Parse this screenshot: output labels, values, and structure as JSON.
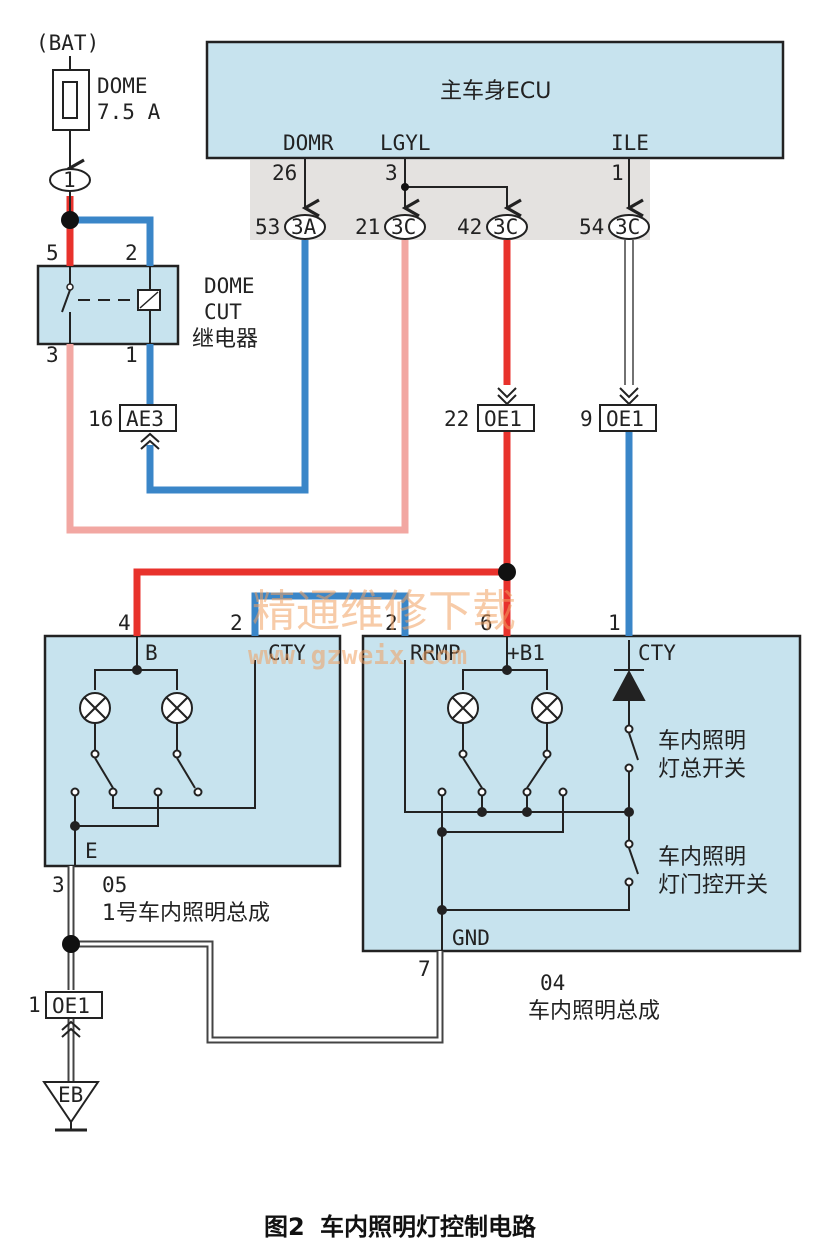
{
  "colors": {
    "box_fill": "#c7e3ee",
    "red_wire": "#e8322c",
    "blue_wire": "#3a86c8",
    "pink_wire": "#f2a7a2",
    "connector_band": "#e4e2e0"
  },
  "power": {
    "bat_label": "(BAT)",
    "fuse_name": "DOME",
    "fuse_rating": "7.5 A",
    "junction_number": "1"
  },
  "relay": {
    "name_line1": "DOME",
    "name_line2": "CUT",
    "name_line3": "继电器",
    "pin_5": "5",
    "pin_2": "2",
    "pin_3": "3",
    "pin_1": "1",
    "connector_pin": "16",
    "connector": "AE3"
  },
  "ecu": {
    "title": "主车身ECU",
    "terminals": [
      {
        "name": "DOMR",
        "pin": "26",
        "conn_pin": "53",
        "conn": "3A"
      },
      {
        "name": "LGYL",
        "pin": "3",
        "conn_pin": "21",
        "conn": "3C"
      },
      {
        "name": "",
        "pin": "",
        "conn_pin": "42",
        "conn": "3C"
      },
      {
        "name": "ILE",
        "pin": "1",
        "conn_pin": "54",
        "conn": "3C"
      }
    ]
  },
  "mid_connectors": [
    {
      "pin": "22",
      "conn": "OE1"
    },
    {
      "pin": "9",
      "conn": "OE1"
    }
  ],
  "assembly1": {
    "pin_b": "4",
    "label_b": "B",
    "pin_cty": "2",
    "label_cty": "CTY",
    "label_e": "E",
    "pin_e": "3",
    "code": "05",
    "name": "1号车内照明总成"
  },
  "assembly2": {
    "pin_rrmp": "2",
    "label_rrmp": "RRMP",
    "pin_b1": "6",
    "label_b1": "+B1",
    "pin_cty": "1",
    "label_cty": "CTY",
    "switch1_line1": "车内照明",
    "switch1_line2": "灯总开关",
    "switch2_line1": "车内照明",
    "switch2_line2": "灯门控开关",
    "label_gnd": "GND",
    "pin_gnd": "7",
    "code": "04",
    "name": "车内照明总成"
  },
  "ground": {
    "pin": "1",
    "conn": "OE1",
    "label": "EB"
  },
  "watermark": {
    "line1": "精通维修下载",
    "line2": "www.gzweix.com"
  },
  "caption": {
    "figure": "图2",
    "title": "车内照明灯控制电路"
  }
}
